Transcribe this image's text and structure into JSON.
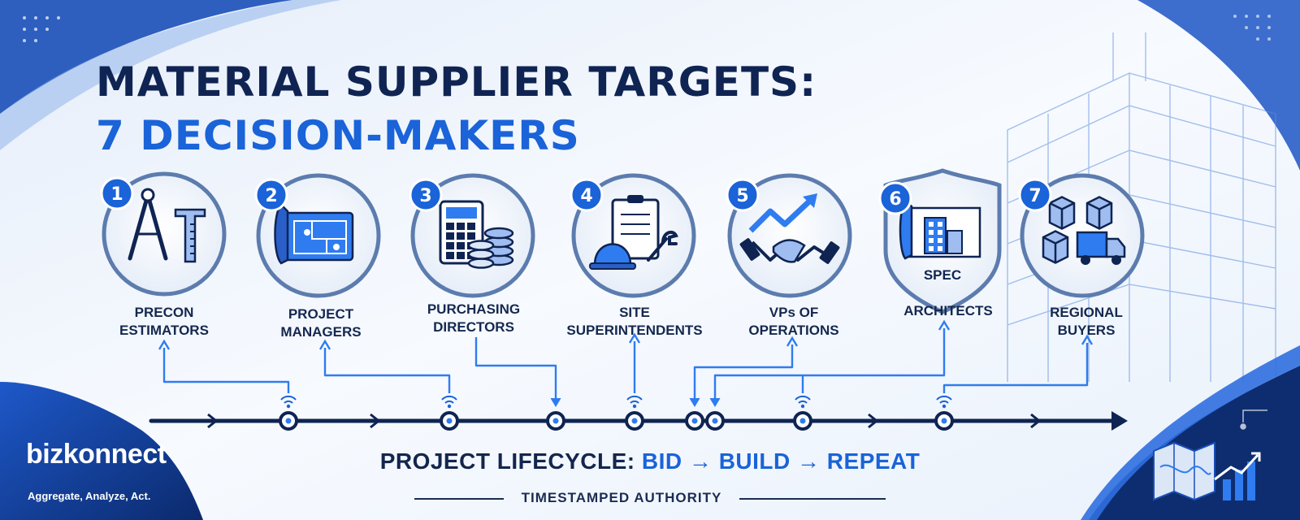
{
  "title": {
    "line1": "MATERIAL SUPPLIER TARGETS:",
    "line2": "7 DECISION-MAKERS"
  },
  "roles": [
    {
      "number": "1",
      "line1": "PRECON",
      "line2": "ESTIMATORS",
      "icon": "compass-ruler-icon"
    },
    {
      "number": "2",
      "line1": "PROJECT",
      "line2": "MANAGERS",
      "icon": "blueprint-icon"
    },
    {
      "number": "3",
      "line1": "PURCHASING",
      "line2": "DIRECTORS",
      "icon": "calculator-coins-icon"
    },
    {
      "number": "4",
      "line1": "SITE",
      "line2": "SUPERINTENDENTS",
      "icon": "hardhat-clipboard-icon"
    },
    {
      "number": "5",
      "line1": "VPs OF",
      "line2": "OPERATIONS",
      "icon": "handshake-growth-icon"
    },
    {
      "number": "6",
      "line1": "ARCHITECTS",
      "line2": "",
      "icon": "spec-shield-icon",
      "icon_text": "SPEC"
    },
    {
      "number": "7",
      "line1": "REGIONAL",
      "line2": "BUYERS",
      "icon": "boxes-truck-icon"
    }
  ],
  "lifecycle": {
    "prefix": "PROJECT LIFECYCLE:",
    "stage1": "BID",
    "stage2": "BUILD",
    "stage3": "REPEAT",
    "arrow": "→"
  },
  "footer": {
    "stamp": "TIMESTAMPED AUTHORITY"
  },
  "brand": {
    "name": "bizkonnect",
    "tagline": "Aggregate, Analyze, Act."
  },
  "colors": {
    "navy": "#0f2452",
    "blue": "#1a63d8",
    "bright_blue": "#2f7cf0",
    "ring": "#5c7cae"
  }
}
